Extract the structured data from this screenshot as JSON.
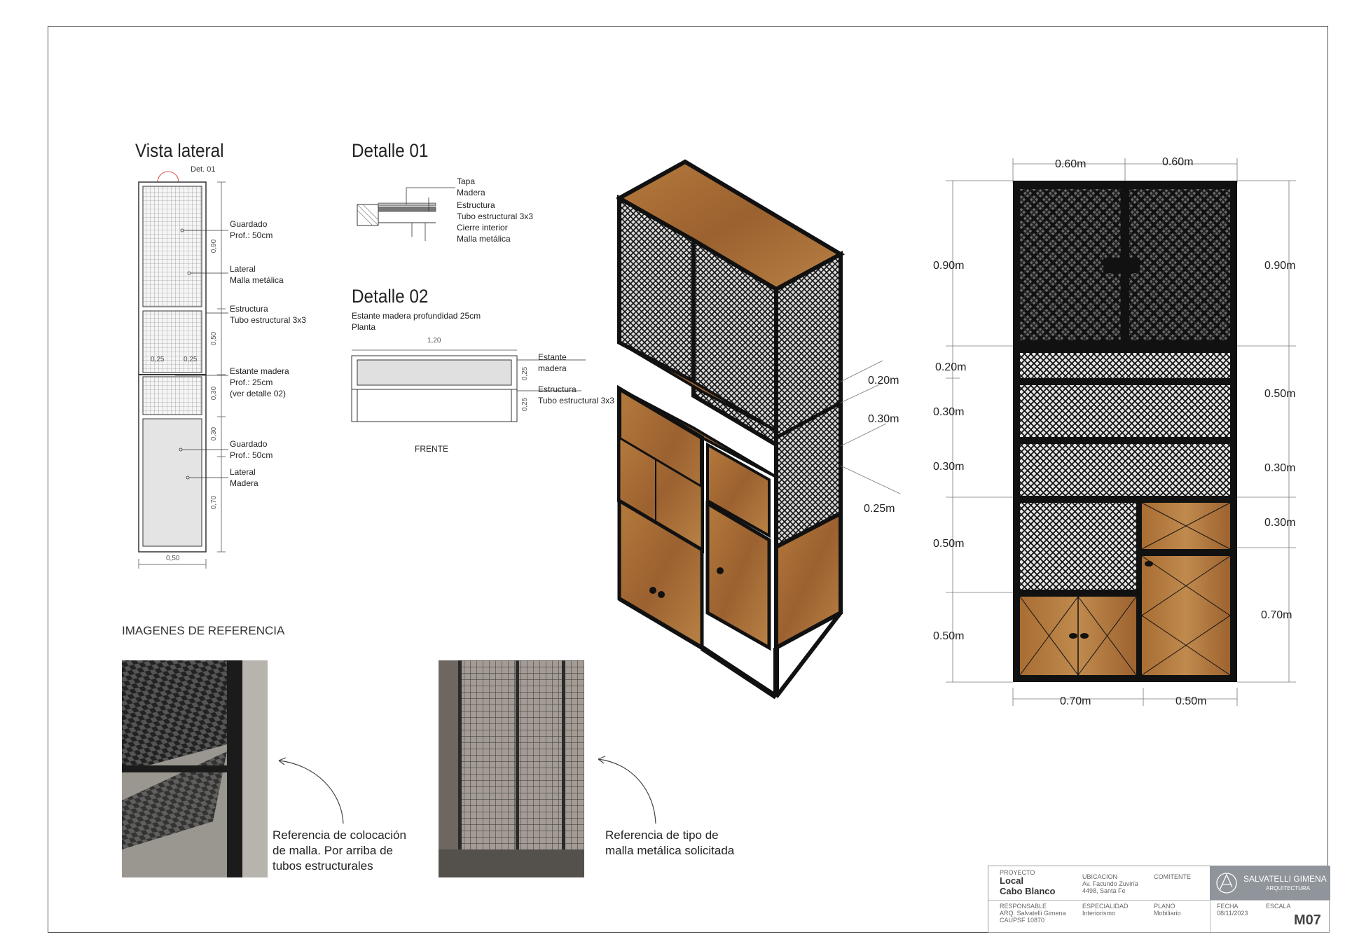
{
  "side_view": {
    "title": "Vista lateral",
    "det_ref": "Det. 01",
    "labels": [
      {
        "a": "Guardado",
        "b": "Prof.: 50cm"
      },
      {
        "a": "Lateral",
        "b": "Malla metálica"
      },
      {
        "a": "Estructura",
        "b": "Tubo estructural 3x3"
      },
      {
        "a": "Estante madera",
        "b": "Prof.: 25cm",
        "c": "(ver detalle 02)"
      },
      {
        "a": "Guardado",
        "b": "Prof.: 50cm"
      },
      {
        "a": "Lateral",
        "b": "Madera"
      }
    ],
    "dims": [
      "0,90",
      "0,50",
      "0,30",
      "0,30",
      "0,70"
    ],
    "inner_dims": [
      "0,25",
      "0,25"
    ],
    "width": "0,50"
  },
  "detail01": {
    "title": "Detalle 01",
    "labels": [
      "Tapa",
      "Madera",
      "Estructura",
      "Tubo estructural 3x3",
      "Cierre interior",
      "Malla metálica"
    ]
  },
  "detail02": {
    "title": "Detalle 02",
    "subtitle1": "Estante madera profundidad 25cm",
    "subtitle2": "Planta",
    "width": "1,20",
    "labels": [
      "Estante",
      "madera",
      "Estructura",
      "Tubo estructural 3x3"
    ],
    "dims": [
      "0,25",
      "0,25"
    ],
    "caption": "FRENTE"
  },
  "iso_dims": [
    "0.20m",
    "0.30m",
    "0.25m"
  ],
  "front": {
    "top": [
      "0.60m",
      "0.60m"
    ],
    "bottom": [
      "0.70m",
      "0.50m"
    ],
    "left": [
      "0.90m",
      "0.20m",
      "0.30m",
      "0.30m",
      "0.50m",
      "0.50m"
    ],
    "right": [
      "0.90m",
      "0.50m",
      "0.30m",
      "0.30m",
      "0.70m"
    ]
  },
  "references": {
    "title": "IMAGENES DE REFERENCIA",
    "ref1": [
      "Referencia de colocación",
      "de malla. Por arriba de",
      "tubos estructurales"
    ],
    "ref2": [
      "Referencia de tipo de",
      "malla metálica solicitada"
    ]
  },
  "title_block": {
    "proyecto_label": "PROYECTO",
    "proyecto1": "Local",
    "proyecto2": "Cabo Blanco",
    "ubicacion_label": "UBICACION",
    "ubicacion1": "Av. Facundo Zuviría",
    "ubicacion2": "4498, Santa Fe",
    "comitente_label": "COMITENTE",
    "firm1": "SALVATELLI GIMENA",
    "firm2": "ARQUITECTURA",
    "responsable_label": "RESPONSABLE",
    "responsable1": "ARQ. Salvatelli Gimena",
    "responsable2": "CAUPSF 10870",
    "especialidad_label": "ESPECIALIDAD",
    "especialidad": "Interiorismo",
    "plano_label": "PLANO",
    "plano": "Mobiliario",
    "fecha_label": "FECHA",
    "fecha": "08/11/2023",
    "escala_label": "ESCALA",
    "sheet": "M07"
  },
  "colors": {
    "wood": "#a56c32",
    "metal": "#1b1b1b",
    "mesh_bg": "#e8e8e8"
  }
}
